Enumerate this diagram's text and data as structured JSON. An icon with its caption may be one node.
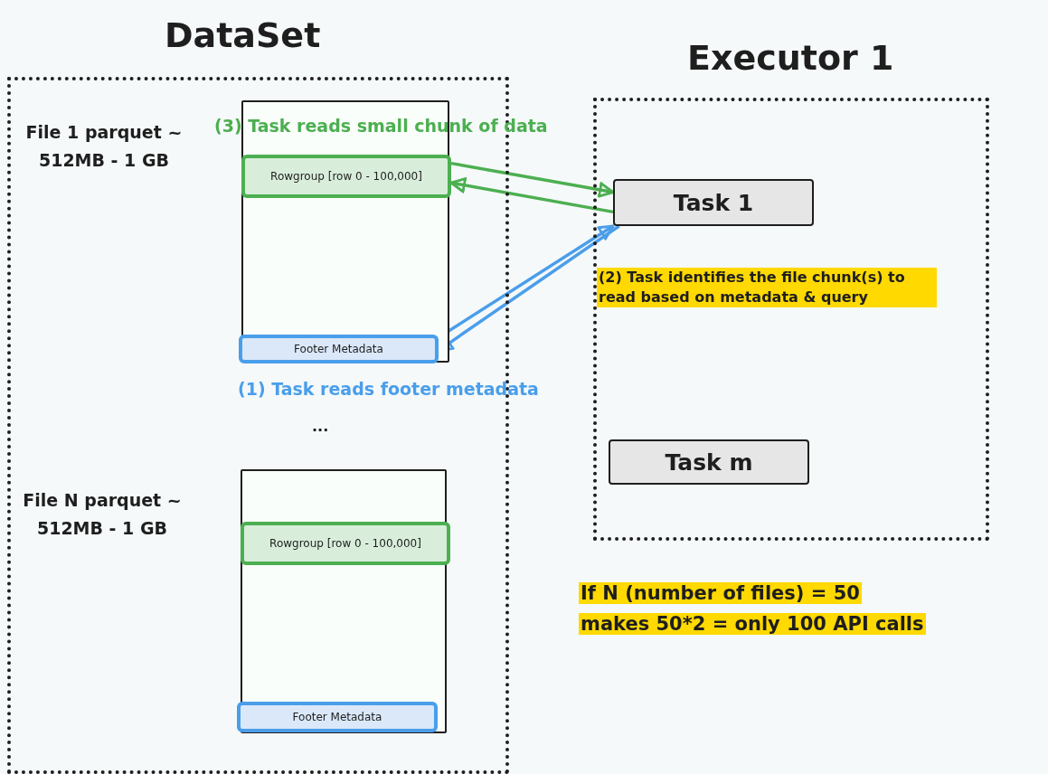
{
  "diagram": {
    "nodes": [
      {
        "text": [
          "DataSet"
        ]
      },
      {
        "text": [],
        "shape": "box",
        "in": 0
      },
      {
        "text": [
          "Rowgroup [row 0 - 100,000]"
        ],
        "in": 1
      },
      {
        "text": [
          "Footer Metadata"
        ],
        "in": 1
      },
      {
        "text": [],
        "shape": "box",
        "in": 0
      },
      {
        "text": [
          "Rowgroup [row 0 - 100,000]"
        ],
        "in": 4
      },
      {
        "text": [
          "Footer Metadata"
        ],
        "in": 4
      },
      {
        "text": [
          "Executor 1"
        ]
      },
      {
        "text": [
          "Task 1"
        ],
        "in": 7
      },
      {
        "text": [
          "Task m"
        ],
        "in": 7
      }
    ],
    "edges": [
      {
        "from": 2,
        "to": 8,
        "arrow": "to",
        "color": "#4caf50"
      },
      {
        "from": 8,
        "to": 2,
        "arrow": "to",
        "color": "#4caf50"
      },
      {
        "from": 3,
        "to": 8,
        "arrow": "to",
        "color": "#4a9eea"
      },
      {
        "from": 8,
        "to": 3,
        "arrow": "to",
        "color": "#4a9eea"
      }
    ],
    "labels": [
      "File 1 parquet ~ 512MB - 1 GB",
      "(3) Task reads small chunk of data",
      "(2) Task identifies the file chunk(s) to read based on metadata & query",
      "(1) Task reads footer metadata",
      "...",
      "File N parquet ~ 512MB - 1 GB",
      "If N (number of files) = 50",
      "makes 50*2 = only 100 API calls"
    ]
  }
}
